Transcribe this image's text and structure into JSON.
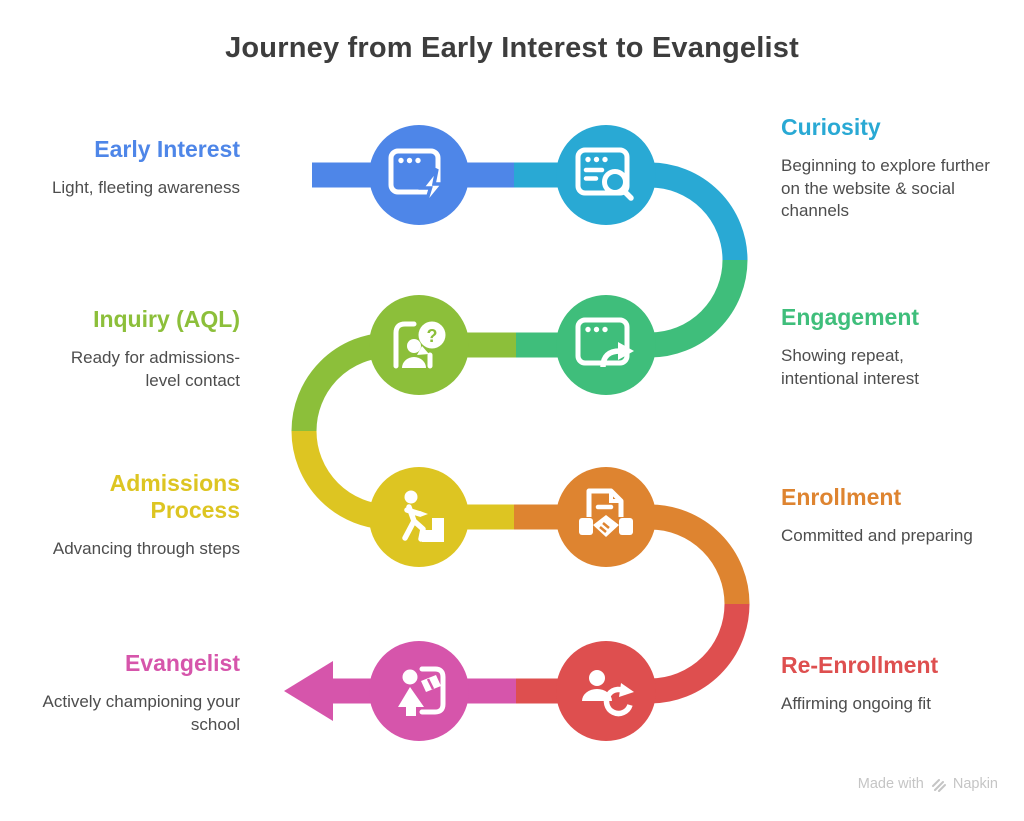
{
  "title": "Journey from Early Interest to Evangelist",
  "stages": [
    {
      "label": "Early Interest",
      "desc": "Light, fleeting awareness",
      "color": "#4E86E8",
      "icon": "browser-flash-icon"
    },
    {
      "label": "Curiosity",
      "desc": "Beginning to explore further\non the website & social\nchannels",
      "color": "#29A9D4",
      "icon": "browser-search-icon"
    },
    {
      "label": "Engagement",
      "desc": "Showing repeat,\nintentional interest",
      "color": "#3FBE7B",
      "icon": "browser-share-icon"
    },
    {
      "label": "Inquiry (AQL)",
      "desc": "Ready for admissions-\nlevel contact",
      "color": "#8CBF3A",
      "icon": "person-question-icon"
    },
    {
      "label": "Admissions\nProcess",
      "desc": "Advancing through steps",
      "color": "#DDC522",
      "icon": "person-steps-icon"
    },
    {
      "label": "Enrollment",
      "desc": "Committed and preparing",
      "color": "#DE8430",
      "icon": "document-handshake-icon"
    },
    {
      "label": "Re-Enrollment",
      "desc": "Affirming ongoing fit",
      "color": "#DE4F4F",
      "icon": "person-refresh-icon"
    },
    {
      "label": "Evangelist",
      "desc": "Actively championing your\nschool",
      "color": "#D655AB",
      "icon": "person-megaphone-icon"
    }
  ],
  "icons": {
    "question_mark": "?"
  },
  "footer": {
    "made_with_label": "Made with",
    "brand": "Napkin"
  }
}
